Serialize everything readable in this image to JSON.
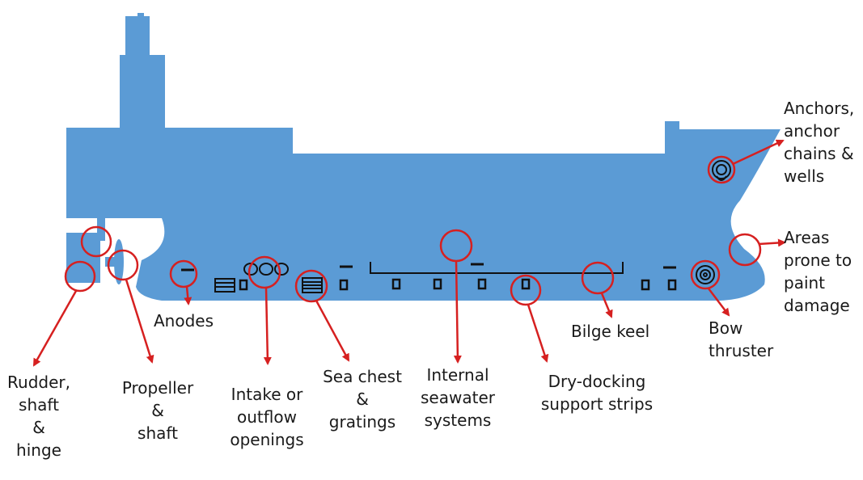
{
  "colors": {
    "hull": "#5b9bd5",
    "callout": "#d62020",
    "feature": "#111111"
  },
  "labels": {
    "anodes": [
      "Anodes"
    ],
    "rudder": [
      "Rudder,",
      "shaft",
      "&",
      "hinge"
    ],
    "propeller": [
      "Propeller",
      "&",
      "shaft"
    ],
    "intake": [
      "Intake or",
      "outflow",
      "openings"
    ],
    "seachest": [
      "Sea chest",
      "&",
      "gratings"
    ],
    "internal": [
      "Internal",
      "seawater",
      "systems"
    ],
    "drydock": [
      "Dry-docking",
      "support strips"
    ],
    "bilge": [
      "Bilge keel"
    ],
    "bow": [
      "Bow",
      "thruster"
    ],
    "anchors": [
      "Anchors,",
      "anchor",
      "chains &",
      "wells"
    ],
    "paint": [
      "Areas",
      "prone to",
      "paint",
      "damage"
    ]
  }
}
